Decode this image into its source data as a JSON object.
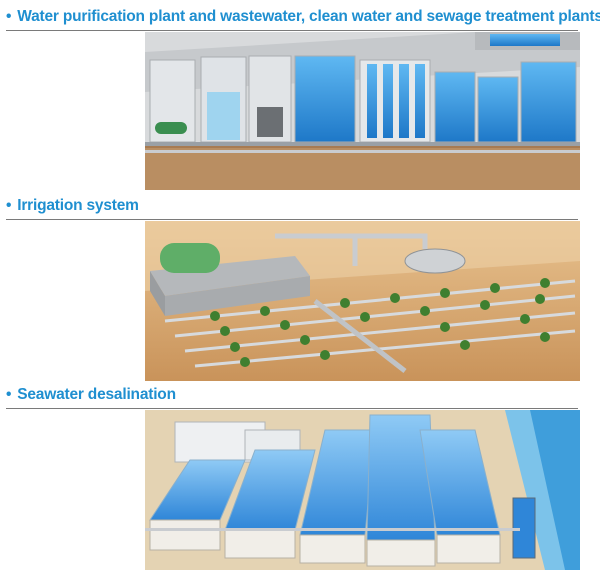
{
  "sections": [
    {
      "bullet": "•",
      "title": "Water purification plant and wastewater, clean water and sewage treatment plants"
    },
    {
      "bullet": "•",
      "title": "Irrigation system"
    },
    {
      "bullet": "•",
      "title": "Seawater desalination"
    }
  ],
  "colors": {
    "heading": "#1f8fd0",
    "rule": "#7a7a7a",
    "water": "#2b8fe0",
    "sand": "#d9a46a",
    "pipe": "#c9ccd0"
  }
}
